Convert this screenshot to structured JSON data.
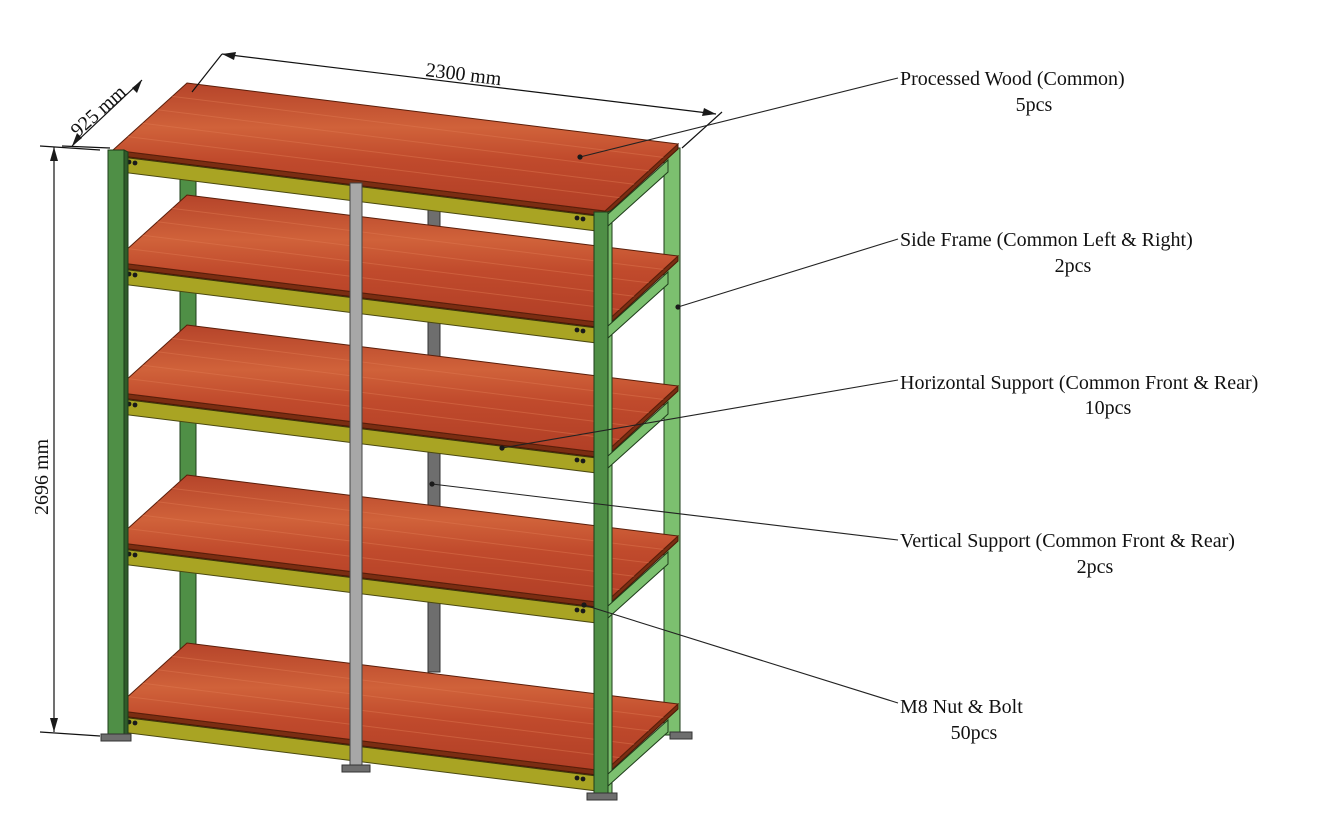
{
  "dimensions": {
    "width": "2300 mm",
    "depth": "925 mm",
    "height": "2696 mm"
  },
  "callouts": [
    {
      "id": "wood",
      "name": "Processed Wood (Common)",
      "qty": "5pcs"
    },
    {
      "id": "side-frame",
      "name": "Side Frame (Common Left & Right)",
      "qty": "2pcs"
    },
    {
      "id": "horizontal-support",
      "name": "Horizontal Support (Common Front & Rear)",
      "qty": "10pcs"
    },
    {
      "id": "vertical-support",
      "name": "Vertical Support (Common Front & Rear)",
      "qty": "2pcs"
    },
    {
      "id": "nut-bolt",
      "name": "M8 Nut & Bolt",
      "qty": "50pcs"
    }
  ],
  "colors": {
    "frame": "#4f8f46",
    "support": "#a9a423",
    "wood": "#c4502a",
    "vertical": "#a7a7a7"
  }
}
